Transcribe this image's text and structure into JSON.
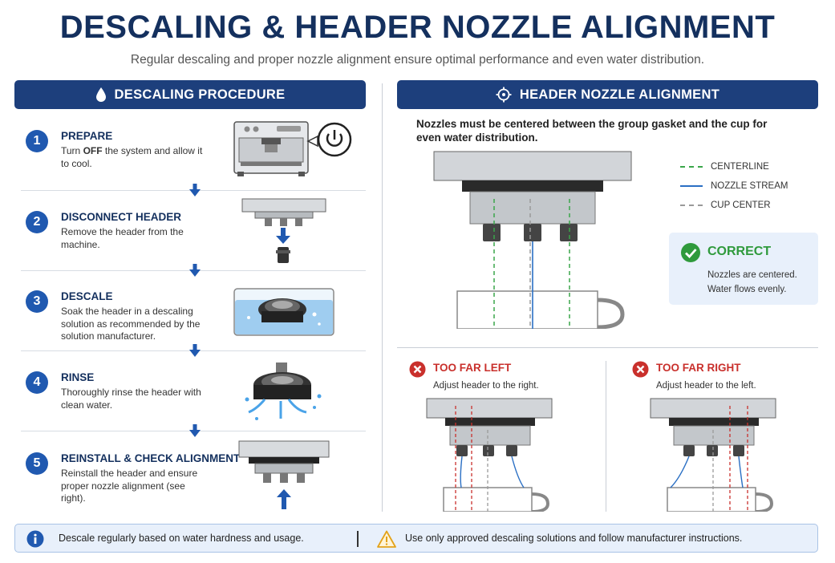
{
  "header": {
    "title": "DESCALING & HEADER NOZZLE ALIGNMENT",
    "subtitle": "Regular descaling and proper nozzle alignment ensure optimal performance and even water distribution."
  },
  "descaling": {
    "heading": "DESCALING PROCEDURE",
    "icon": "water-drop-icon",
    "steps": [
      {
        "num": "1",
        "title": "PREPARE",
        "desc_pre": "Turn ",
        "desc_bold": "OFF",
        "desc_post": " the system and allow it to cool."
      },
      {
        "num": "2",
        "title": "DISCONNECT HEADER",
        "desc": "Remove the header from the machine."
      },
      {
        "num": "3",
        "title": "DESCALE",
        "desc": "Soak the header in a descaling solution as recommended by the solution manufacturer."
      },
      {
        "num": "4",
        "title": "RINSE",
        "desc": "Thoroughly rinse the header with clean water."
      },
      {
        "num": "5",
        "title": "REINSTALL & CHECK ALIGNMENT",
        "desc": "Reinstall the header and ensure proper nozzle alignment (see right)."
      }
    ]
  },
  "alignment": {
    "heading": "HEADER NOZZLE ALIGNMENT",
    "icon": "crosshair-icon",
    "intro": "Nozzles must be centered between the group gasket and the cup for even water distribution.",
    "legend": [
      {
        "label": "CENTERLINE",
        "color": "#3aa64a",
        "style": "dashed"
      },
      {
        "label": "NOZZLE STREAM",
        "color": "#2a6fc4",
        "style": "solid"
      },
      {
        "label": "CUP CENTER",
        "color": "#9a9a9a",
        "style": "dashed"
      }
    ],
    "correct": {
      "title": "CORRECT",
      "desc": "Nozzles are centered. Water flows evenly.",
      "color": "#2f9a3c"
    },
    "wrong": [
      {
        "title": "TOO FAR LEFT",
        "desc": "Adjust header to the right."
      },
      {
        "title": "TOO FAR RIGHT",
        "desc": "Adjust header to the left."
      }
    ],
    "error_color": "#c9302c"
  },
  "footer": {
    "info": "Descale regularly based on water hardness and usage.",
    "warning": "Use only approved descaling solutions and follow manufacturer instructions."
  },
  "colors": {
    "navy": "#1d3f7c",
    "title": "#14305e",
    "accent_blue": "#2059b0"
  }
}
